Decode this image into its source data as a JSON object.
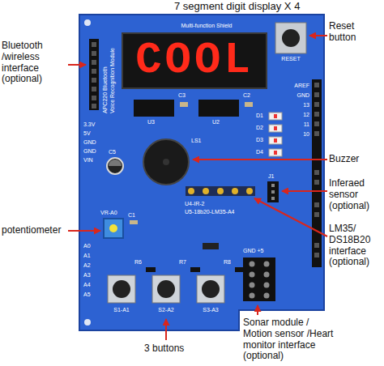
{
  "diagram": {
    "nodes": [
      {
        "text": [
          "COOL"
        ]
      }
    ],
    "labels": [
      "7 segment digit display X 4",
      "Multi-function Shield",
      "RESET",
      "Reset button",
      "Bluetooth /wireless interface (optional)",
      "APC220 Bluetooth",
      "Voice Recognition Module",
      "3.3V",
      "5V",
      "GND",
      "GND",
      "VIN",
      "potentiometer",
      "VR-A0",
      "A0",
      "A1",
      "A2",
      "A3",
      "A4",
      "A5",
      "S1-A1",
      "S2-A2",
      "S3-A3",
      "3 buttons",
      "U3",
      "U2",
      "C3",
      "C2",
      "LS1",
      "D1",
      "D2",
      "D3",
      "D4",
      "U4-IR-2",
      "U5-18b20-LM35-A4",
      "GND +5",
      "AREF",
      "GND",
      "13",
      "12",
      "11",
      "10",
      "Buzzer",
      "Inferaed sensor (optional)",
      "LM35/ DS18B20 interface (optional)",
      "Sonar module / Motion sensor /Heart monitor interface (optional)",
      "R6",
      "R7",
      "R8",
      "C1",
      "C5",
      "J1"
    ]
  }
}
